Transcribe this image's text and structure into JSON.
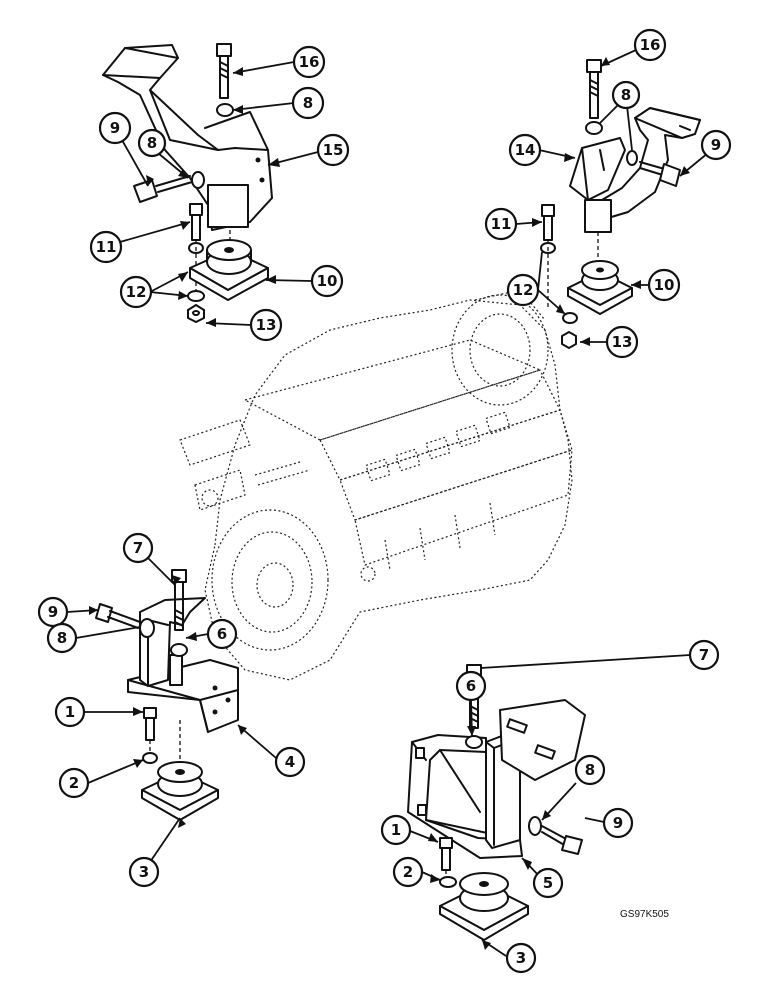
{
  "figure_code": "GS97K505",
  "callouts": {
    "tl_16": "16",
    "tl_8a": "8",
    "tl_9": "9",
    "tl_8b": "8",
    "tl_15": "15",
    "tl_11": "11",
    "tl_10": "10",
    "tl_12": "12",
    "tl_13": "13",
    "tr_16": "16",
    "tr_8": "8",
    "tr_14": "14",
    "tr_9": "9",
    "tr_11": "11",
    "tr_12": "12",
    "tr_10": "10",
    "tr_13": "13",
    "bl_7": "7",
    "bl_9": "9",
    "bl_6": "6",
    "bl_8": "8",
    "bl_1": "1",
    "bl_4": "4",
    "bl_2": "2",
    "bl_3": "3",
    "br_7": "7",
    "br_6": "6",
    "br_8": "8",
    "br_9": "9",
    "br_1": "1",
    "br_2": "2",
    "br_5": "5",
    "br_3": "3"
  }
}
